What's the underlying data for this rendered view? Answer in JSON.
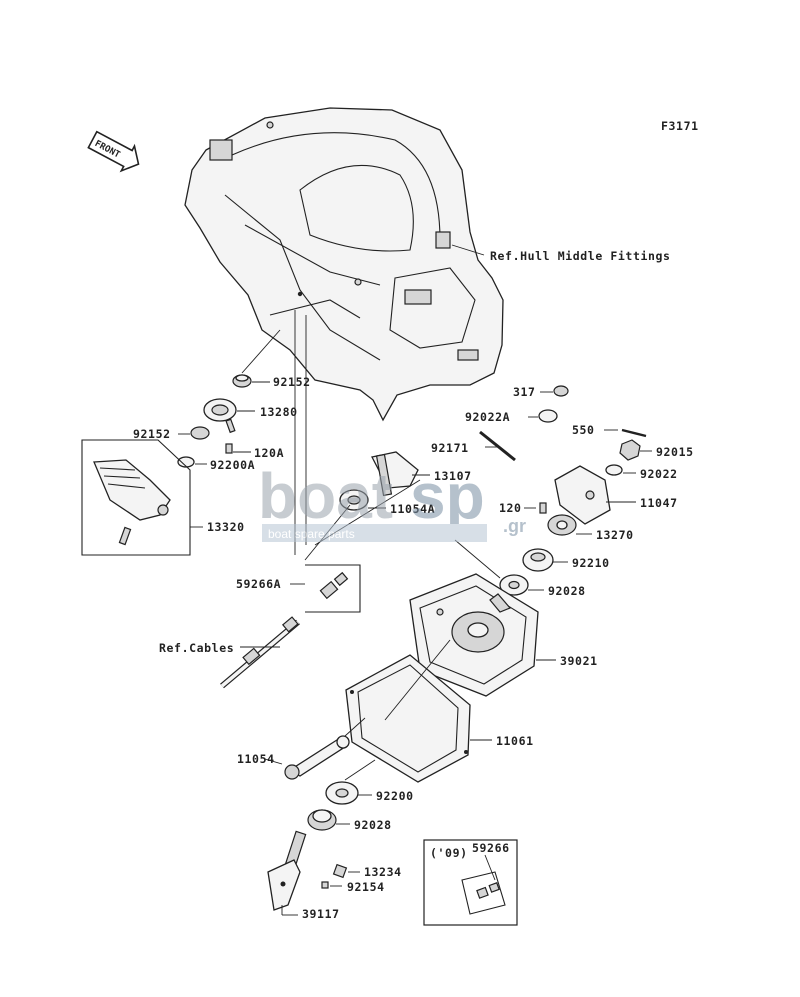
{
  "diagram_code": "F3171",
  "front_label": "FRONT",
  "watermark": {
    "brand_left": "boat",
    "brand_right": "sp",
    "tld": ".gr",
    "tagline": "boat spare parts"
  },
  "callouts": {
    "hull_ref": "Ref.Hull Middle Fittings",
    "p317": "317",
    "p92022A": "92022A",
    "p550": "550",
    "p92015": "92015",
    "p92022": "92022",
    "p92171": "92171",
    "p11047": "11047",
    "p120": "120",
    "p13270": "13270",
    "p92210": "92210",
    "p92028a": "92028",
    "p39021": "39021",
    "p11061": "11061",
    "p92200": "92200",
    "p92028b": "92028",
    "p13234": "13234",
    "p92154": "92154",
    "p39117": "39117",
    "p11054": "11054",
    "cables_ref": "Ref.Cables",
    "p59266A": "59266A",
    "p13320": "13320",
    "p92152a": "92152",
    "p13280": "13280",
    "p92152b": "92152",
    "p120A": "120A",
    "p92200A": "92200A",
    "p13107": "13107",
    "p11054A": "11054A",
    "inset_year": "('09)",
    "inset_part": "59266"
  }
}
